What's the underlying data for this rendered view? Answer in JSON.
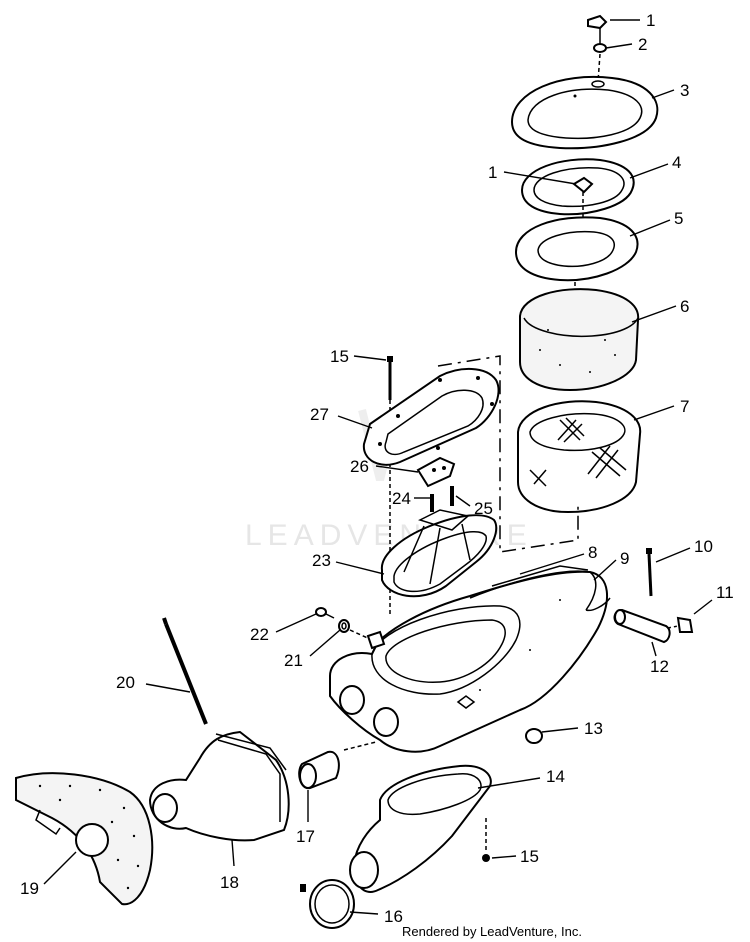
{
  "callouts": {
    "c1a": "1",
    "c2": "2",
    "c3": "3",
    "c1b": "1",
    "c4": "4",
    "c5": "5",
    "c6": "6",
    "c15a": "15",
    "c7": "7",
    "c27": "27",
    "c26": "26",
    "c24": "24",
    "c25": "25",
    "c23": "23",
    "c8": "8",
    "c9": "9",
    "c10": "10",
    "c11": "11",
    "c22": "22",
    "c21": "21",
    "c12": "12",
    "c20": "20",
    "c13": "13",
    "c14": "14",
    "c17": "17",
    "c18": "18",
    "c15b": "15",
    "c19": "19",
    "c16": "16"
  },
  "watermark": "LEADVENTURE",
  "footer": {
    "credit": "Rendered by LeadVenture, Inc."
  }
}
